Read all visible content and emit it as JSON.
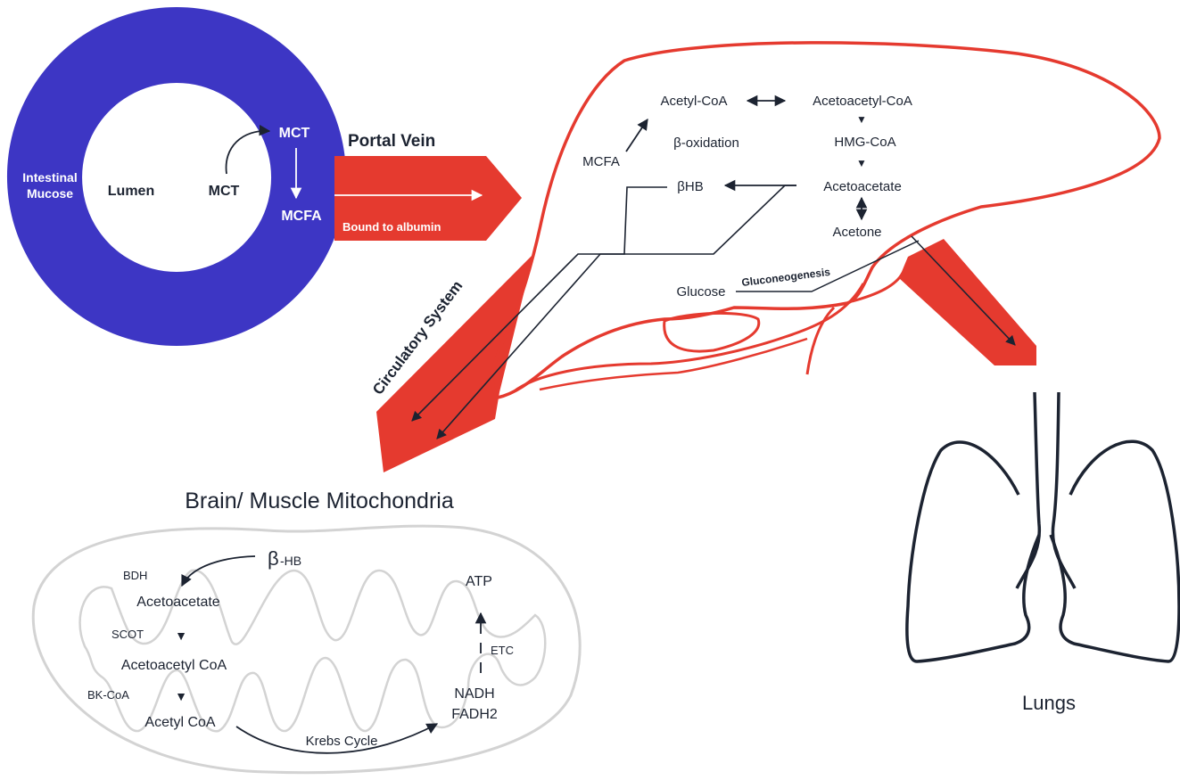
{
  "colors": {
    "intestine": "#3d36c4",
    "vessel": "#e53a2f",
    "dark": "#1c2331",
    "mito": "#d3d3d3",
    "white": "#ffffff"
  },
  "intestine": {
    "mucose_line1": "Intestinal",
    "mucose_line2": "Mucose",
    "lumen": "Lumen",
    "mct_inner": "MCT",
    "mct_outer": "MCT",
    "mcfa": "MCFA"
  },
  "portal": {
    "title": "Portal Vein",
    "albumin": "Bound to albumin"
  },
  "liver": {
    "acetyl_coa": "Acetyl-CoA",
    "acetoacetyl_coa": "Acetoacetyl-CoA",
    "mcfa": "MCFA",
    "beta_oxidation": "β-oxidation",
    "hmg_coa": "HMG-CoA",
    "bhb": "βHB",
    "acetoacetate": "Acetoacetate",
    "acetone": "Acetone",
    "gluconeogenesis": "Gluconeogenesis",
    "glucose": "Glucose"
  },
  "circulatory": {
    "label": "Circulatory System"
  },
  "mito": {
    "title": "Brain/ Muscle Mitochondria",
    "beta_hb_symbol": "β",
    "beta_hb_suffix": "-HB",
    "bdh": "BDH",
    "acetoacetate": "Acetoacetate",
    "scot": "SCOT",
    "acetoacetyl_coa": "Acetoacetyl CoA",
    "bk_coa": "BK-CoA",
    "acetyl_coa": "Acetyl CoA",
    "krebs": "Krebs Cycle",
    "nadh": "NADH",
    "fadh2": "FADH2",
    "etc": "ETC",
    "atp": "ATP"
  },
  "lungs": {
    "label": "Lungs"
  }
}
